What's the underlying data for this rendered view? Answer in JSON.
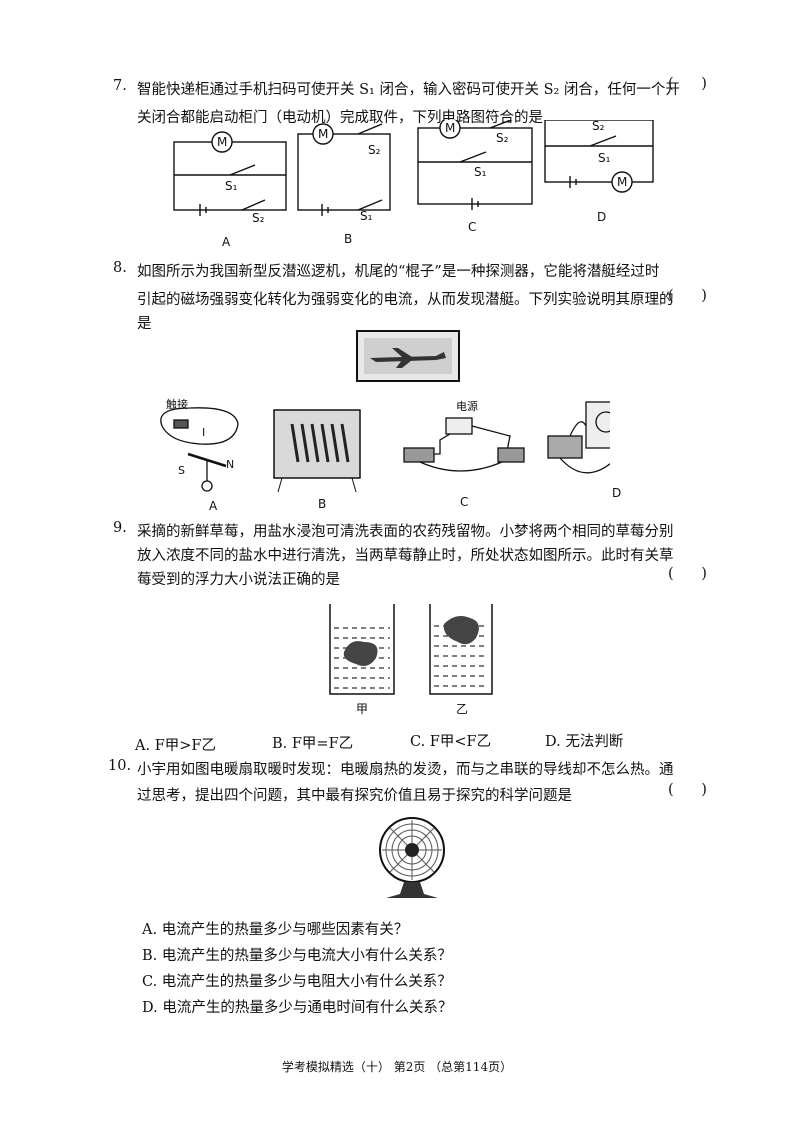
{
  "q7": {
    "number": "7.",
    "line1": "智能快递柜通过手机扫码可使开关 S₁ 闭合，输入密码可使开关 S₂ 闭合，任何一个开",
    "line2": "关闭合都能启动柜门（电动机）完成取件，下列电路图符合的是",
    "paren": "(      )",
    "labels": {
      "motor": "M",
      "s1": "S₁",
      "s2": "S₂"
    },
    "options": [
      "A",
      "B",
      "C",
      "D"
    ]
  },
  "q8": {
    "number": "8.",
    "line1": "如图所示为我国新型反潜巡逻机，机尾的“棍子”是一种探测器，它能将潜艇经过时",
    "line2": "引起的磁场强弱变化转化为强弱变化的电流，从而发现潜艇。下列实验说明其原理的",
    "line3": "是",
    "paren": "(      )",
    "fig_labels": {
      "touch": "触接",
      "current": "I",
      "south": "S",
      "north": "N",
      "power": "电源"
    },
    "options": [
      "A",
      "B",
      "C",
      "D"
    ]
  },
  "q9": {
    "number": "9.",
    "line1": "采摘的新鲜草莓，用盐水浸泡可清洗表面的农药残留物。小梦将两个相同的草莓分别",
    "line2": "放入浓度不同的盐水中进行清洗，当两草莓静止时，所处状态如图所示。此时有关草",
    "line3": "莓受到的浮力大小说法正确的是",
    "paren": "(      )",
    "cup_labels": [
      "甲",
      "乙"
    ],
    "choices": [
      "A.  F甲>F乙",
      "B.  F甲=F乙",
      "C.  F甲<F乙",
      "D.  无法判断"
    ]
  },
  "q10": {
    "number": "10.",
    "line1": "小宇用如图电暖扇取暖时发现：电暖扇热的发烫，而与之串联的导线却不怎么热。通",
    "line2": "过思考，提出四个问题，其中最有探究价值且易于探究的科学问题是",
    "paren": "(      )",
    "choices": [
      "A.  电流产生的热量多少与哪些因素有关？",
      "B.  电流产生的热量多少与电流大小有什么关系？",
      "C.  电流产生的热量多少与电阻大小有什么关系？",
      "D.  电流产生的热量多少与通电时间有什么关系？"
    ]
  },
  "footer": "学考模拟精选（十）  第2页  （总第114页）"
}
